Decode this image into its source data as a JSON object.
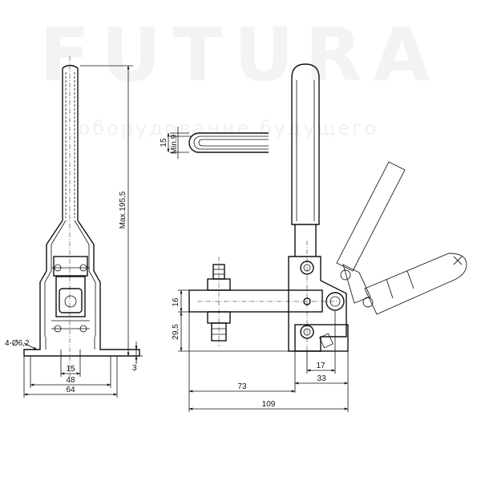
{
  "watermark": {
    "brand": "FUTURA",
    "tagline": "оборудование будущего"
  },
  "dimensions": {
    "hole_spec": "4-Ø6,2",
    "base_thickness": "3",
    "hole_spacing": "15",
    "base_inner": "48",
    "base_width": "64",
    "max_height": "Max.195,5",
    "handle_min": "Min.9",
    "handle_height": "15",
    "spindle_height": "16",
    "pivot_height": "29,5",
    "pivot_offset": "17",
    "base_length": "33",
    "spindle_reach": "73",
    "overall_length": "109"
  }
}
